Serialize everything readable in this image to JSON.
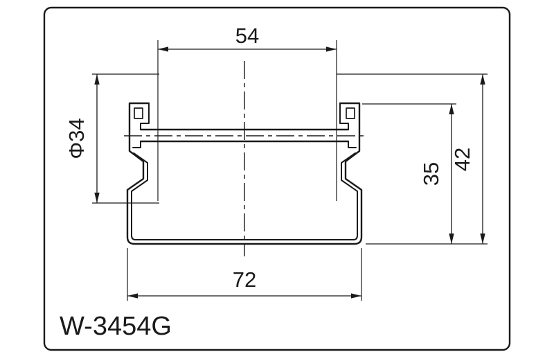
{
  "drawing": {
    "part_number": "W-3454G",
    "dimensions": {
      "top_width": "54",
      "roller_diameter": "Φ34",
      "overall_height": "42",
      "inner_height": "35",
      "bottom_width": "72"
    },
    "colors": {
      "line": "#1a1a1a",
      "background": "#ffffff"
    }
  }
}
